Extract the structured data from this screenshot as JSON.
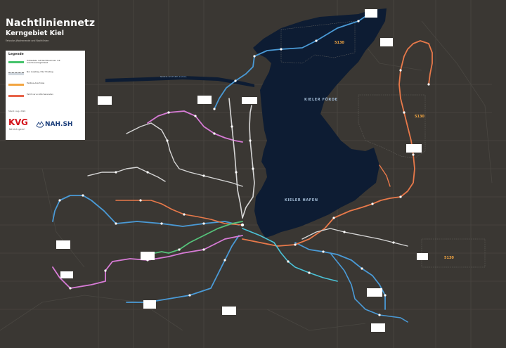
{
  "title": "Nachtliniennetz",
  "subtitle": "Kerngebiet Kiel",
  "note": "Fahrplan-Wochenende und Nachtlinien",
  "legend": {
    "title": "Legende",
    "items": [
      {
        "text": "Haltestelle mit Nachtbuslinien mit Anschlussmöglichkeit",
        "color": "#45c36b"
      },
      {
        "text": "Nur Ausstieg / Nur Einstieg",
        "color": "#cfd6dd"
      },
      {
        "text": "Taxibus-Anschluss",
        "color": "#f2a541"
      },
      {
        "text": "Fahrt nur an Wochenenden",
        "color": "#e8644a"
      }
    ],
    "date": "Stand: Aug. 2024",
    "kvg_logo": "KVG",
    "kvg_tagline": "fahrich gern!",
    "nahsh_logo": "NAH.SH"
  },
  "water": {
    "foerde": "KIELER FÖRDE",
    "hafen": "KIELER HAFEN",
    "kanal": "NORD-OSTSEE-KANAL"
  },
  "badges": [
    "5130",
    "5130",
    "5130"
  ],
  "colors": {
    "background": "#3a3733",
    "water": "#0d1c33",
    "line_blue": "#4a9ad6",
    "line_pink": "#d77bd6",
    "line_orange": "#e8794a",
    "line_green": "#55c27a",
    "line_white": "#d6d6d6",
    "line_cyan": "#4bc3d8"
  }
}
